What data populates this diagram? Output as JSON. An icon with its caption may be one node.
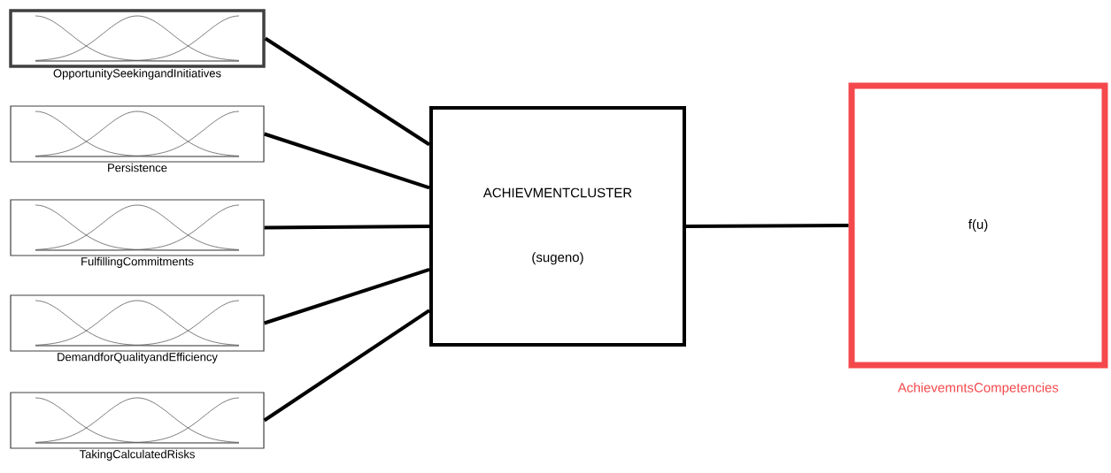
{
  "diagram": {
    "nodes": [
      {
        "text": [
          "OpportunitySeekingandInitiatives"
        ]
      },
      {
        "text": [
          "Persistence"
        ]
      },
      {
        "text": [
          "FulfillingCommitments"
        ]
      },
      {
        "text": [
          "DemandforQualityandEfficiency"
        ]
      },
      {
        "text": [
          "TakingCalculatedRisks"
        ]
      },
      {
        "text": [
          "ACHIEVMENTCLUSTER",
          "(sugeno)"
        ]
      },
      {
        "text": [
          "f(u)",
          "AchievemntsCompetencies"
        ]
      }
    ],
    "edges": [
      {
        "from": 0,
        "to": 5,
        "arrow": "none"
      },
      {
        "from": 1,
        "to": 5,
        "arrow": "none"
      },
      {
        "from": 2,
        "to": 5,
        "arrow": "none"
      },
      {
        "from": 3,
        "to": 5,
        "arrow": "none"
      },
      {
        "from": 4,
        "to": 5,
        "arrow": "none"
      },
      {
        "from": 5,
        "to": 6,
        "arrow": "none"
      }
    ]
  }
}
